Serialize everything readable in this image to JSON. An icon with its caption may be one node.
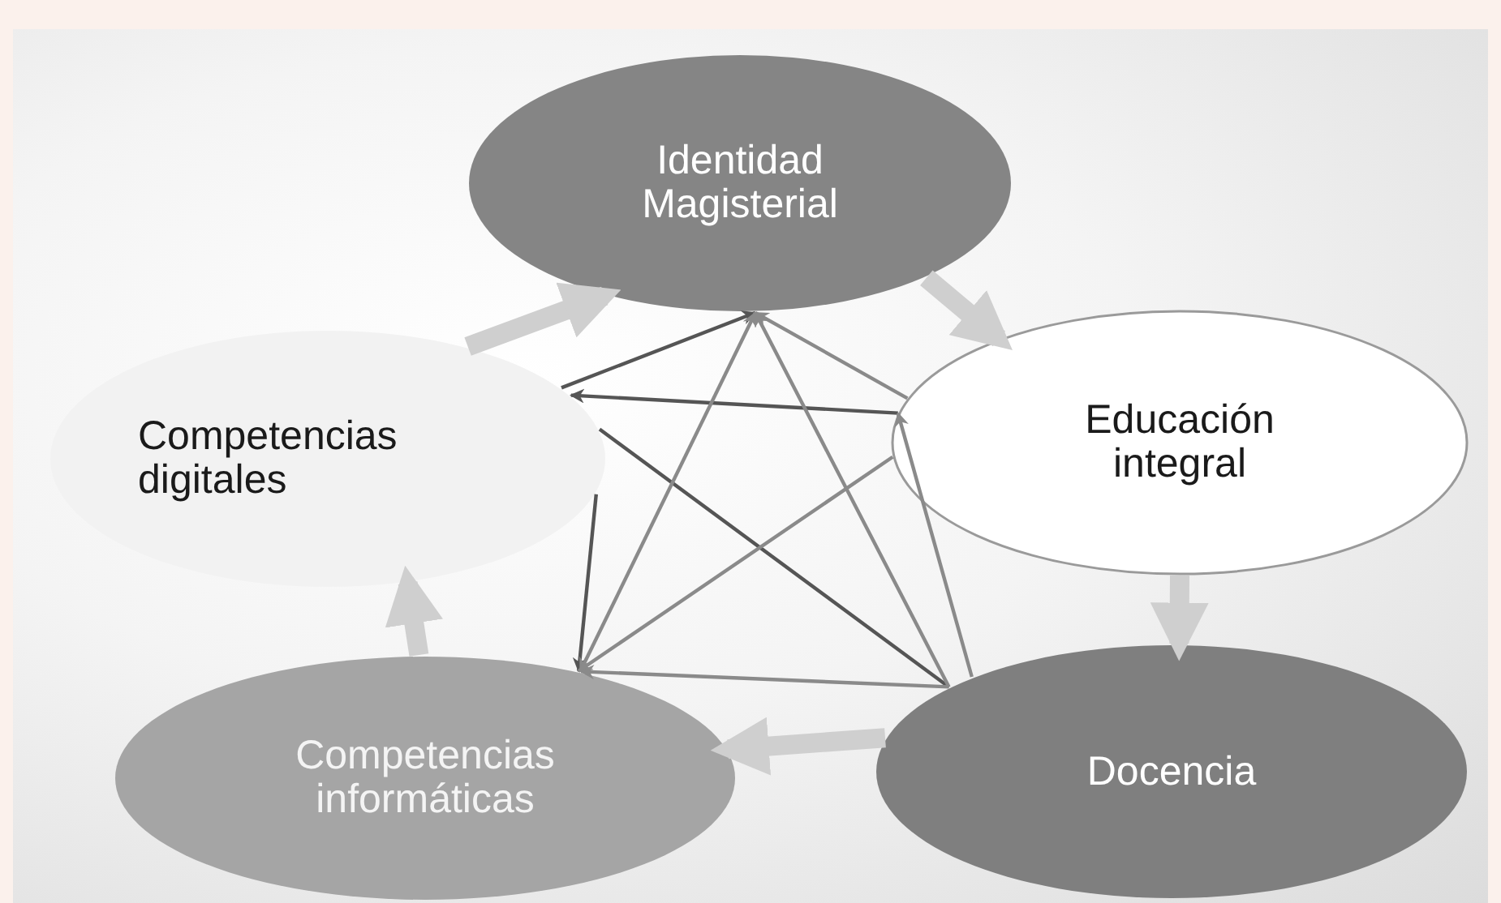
{
  "diagram": {
    "nodes": [
      {
        "text": [
          "Identidad Magisterial"
        ]
      },
      {
        "text": [
          "Educación integral"
        ]
      },
      {
        "text": [
          "Docencia"
        ]
      },
      {
        "text": [
          "Competencias informáticas"
        ]
      },
      {
        "text": [
          "Competencias digitales"
        ]
      }
    ],
    "edges": [
      {
        "from": 4,
        "to": 0,
        "arrow": "to",
        "style": "thick",
        "color": "#cfcfcf"
      },
      {
        "from": 0,
        "to": 1,
        "arrow": "to",
        "style": "thick",
        "color": "#cfcfcf"
      },
      {
        "from": 1,
        "to": 2,
        "arrow": "to",
        "style": "thick",
        "color": "#cfcfcf"
      },
      {
        "from": 2,
        "to": 3,
        "arrow": "to",
        "style": "thick",
        "color": "#cfcfcf"
      },
      {
        "from": 3,
        "to": 4,
        "arrow": "to",
        "style": "thick",
        "color": "#cfcfcf"
      },
      {
        "from": 4,
        "to": 0,
        "arrow": "to",
        "color": "#555555"
      },
      {
        "from": 1,
        "to": 4,
        "arrow": "to",
        "color": "#555555"
      },
      {
        "from": 4,
        "to": 2,
        "arrow": "none",
        "color": "#555555"
      },
      {
        "from": 4,
        "to": 3,
        "arrow": "to",
        "color": "#555555"
      },
      {
        "from": 3,
        "to": 0,
        "arrow": "both"
      },
      {
        "from": 1,
        "to": 0,
        "arrow": "to"
      },
      {
        "from": 2,
        "to": 0,
        "arrow": "to"
      },
      {
        "from": 1,
        "to": 3,
        "arrow": "to"
      },
      {
        "from": 2,
        "to": 3,
        "arrow": "to"
      },
      {
        "from": 2,
        "to": 1,
        "arrow": "to"
      }
    ]
  }
}
